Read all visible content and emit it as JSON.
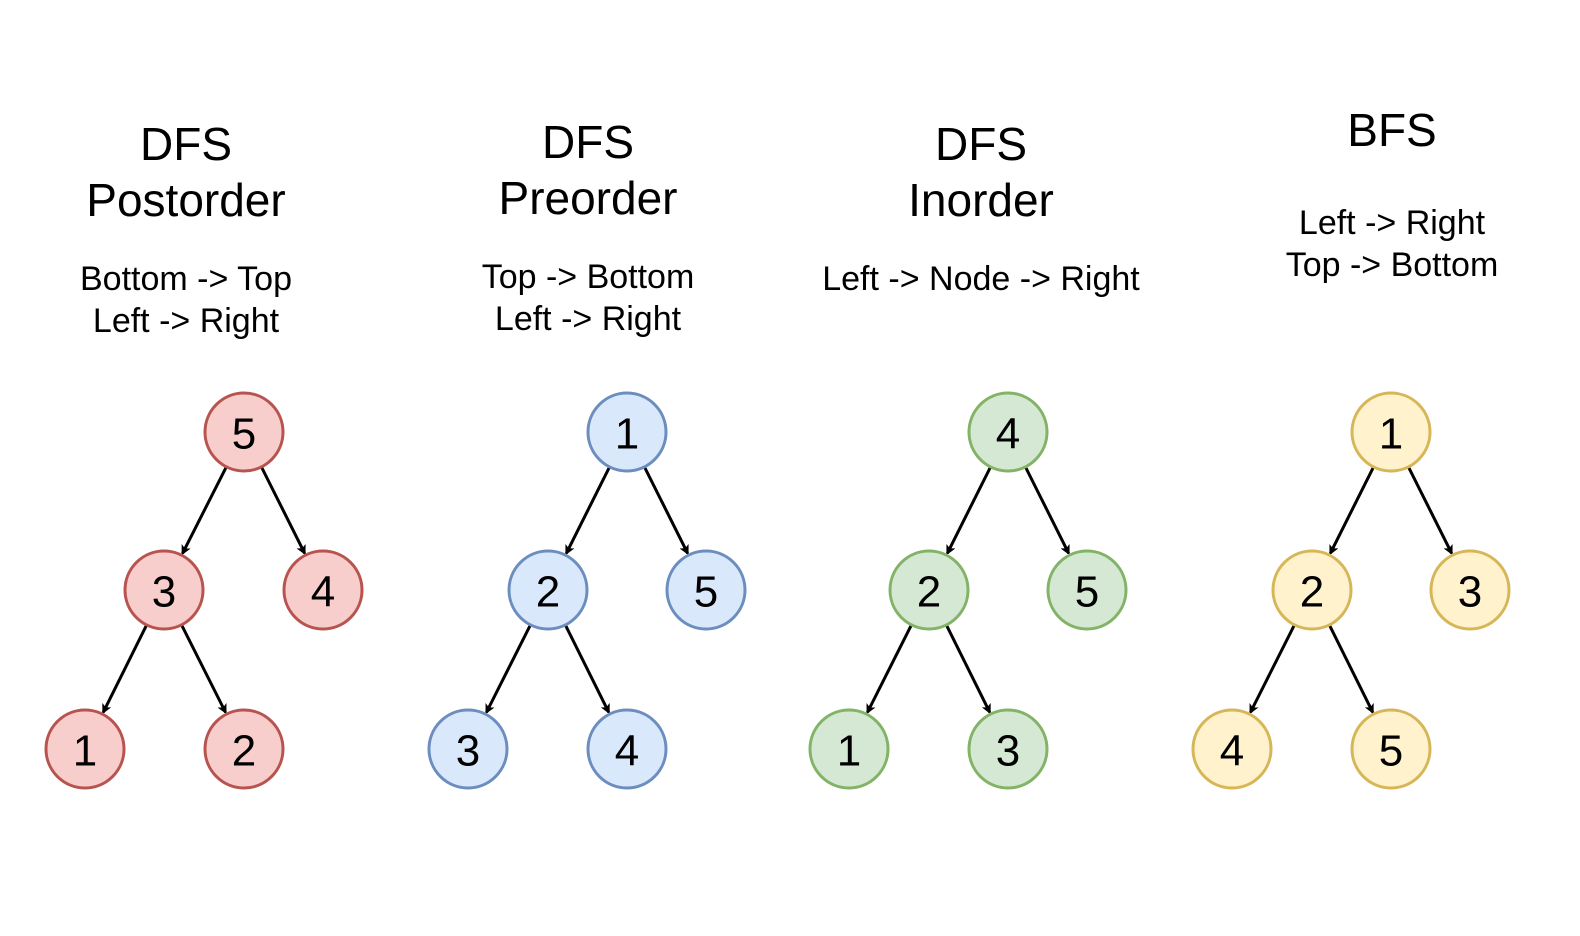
{
  "diagrams": [
    {
      "title_lines": [
        "DFS",
        "Postorder"
      ],
      "subtitle_lines": [
        "Bottom -> Top",
        "Left -> Right"
      ],
      "fill": "#f8cecc",
      "stroke": "#b85450",
      "nodes": [
        "5",
        "3",
        "4",
        "1",
        "2"
      ]
    },
    {
      "title_lines": [
        "DFS",
        "Preorder"
      ],
      "subtitle_lines": [
        "Top -> Bottom",
        "Left -> Right"
      ],
      "fill": "#dae8fc",
      "stroke": "#6c8ebf",
      "nodes": [
        "1",
        "2",
        "5",
        "3",
        "4"
      ]
    },
    {
      "title_lines": [
        "DFS",
        "Inorder"
      ],
      "subtitle_lines": [
        "Left -> Node -> Right"
      ],
      "fill": "#d5e8d4",
      "stroke": "#82b366",
      "nodes": [
        "4",
        "2",
        "5",
        "1",
        "3"
      ]
    },
    {
      "title_lines": [
        "BFS"
      ],
      "subtitle_lines": [
        "Left -> Right",
        "Top -> Bottom"
      ],
      "fill": "#fff2cc",
      "stroke": "#d6b656",
      "nodes": [
        "1",
        "2",
        "3",
        "4",
        "5"
      ]
    }
  ]
}
